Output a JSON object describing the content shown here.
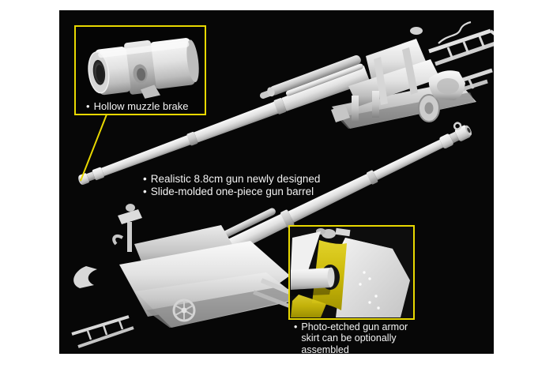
{
  "image": {
    "type": "product-feature-image",
    "subject": "8.8cm gun model kit CG renders on black stage",
    "page_background": "#ffffff",
    "stage_background": "#070707",
    "accent_yellow": "#e8d800",
    "text_color": "#f2f2f2"
  },
  "callout_muzzle_brake": {
    "bullet": "•",
    "label": "Hollow muzzle brake"
  },
  "feature_notes": {
    "bullet": "•",
    "items": [
      "Realistic 8.8cm gun newly designed",
      "Slide-molded one-piece gun barrel"
    ]
  },
  "callout_armor_skirt": {
    "bullet": "•",
    "label": "Photo-etched gun armor skirt can be optionally assembled"
  }
}
